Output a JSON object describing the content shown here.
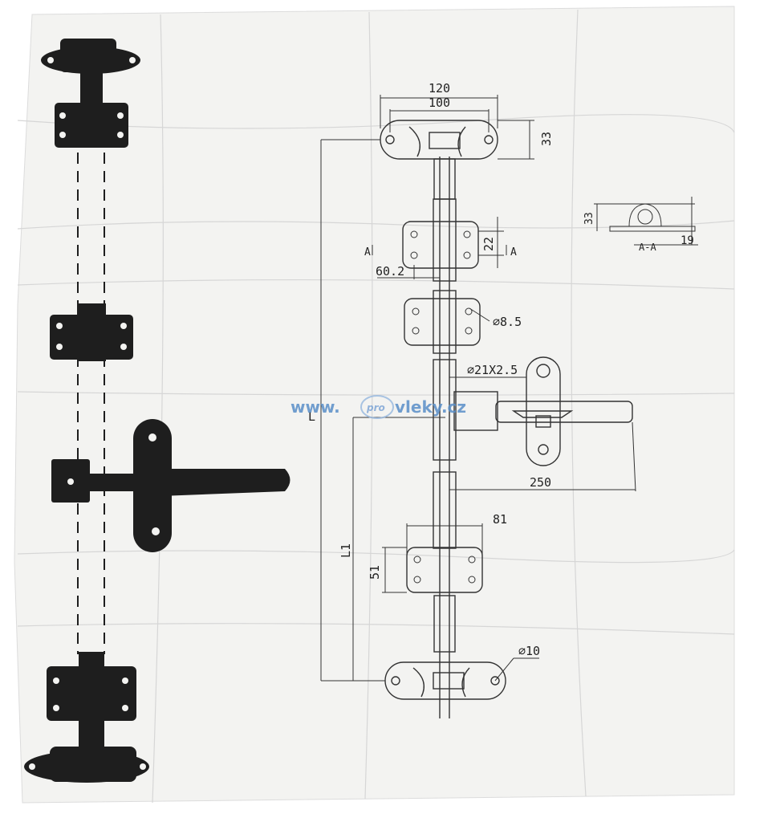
{
  "colors": {
    "paper": "#f4f4f2",
    "ink": "#1c1c1c",
    "line": "#333333",
    "watermark": "#5a8fc8"
  },
  "watermark": {
    "prefix": "www.",
    "badge": "pro",
    "suffix": "vleky.cz"
  },
  "dimensions": {
    "d120": "120",
    "d100": "100",
    "d33_top": "33",
    "d22": "22",
    "section_left": "A",
    "section_right": "A",
    "d60_2": "60.2",
    "d8_5": "⌀8.5",
    "d21x2_5": "⌀21X2.5",
    "d250": "250",
    "d81": "81",
    "d51": "51",
    "l1": "L1",
    "l": "L",
    "d10": "⌀10",
    "section_d33": "33",
    "section_d19": "19",
    "section_label": "A-A"
  }
}
